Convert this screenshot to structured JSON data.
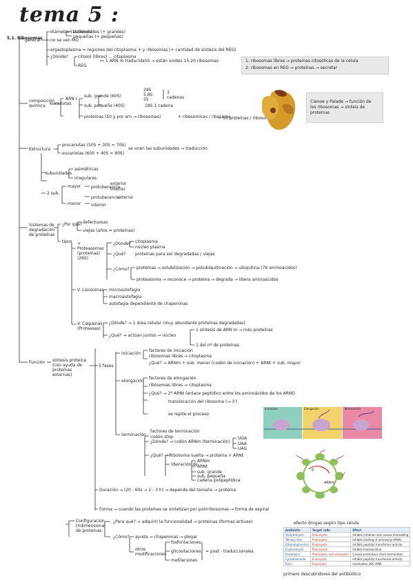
{
  "title": "tema 5 :",
  "section_number": "5.1. Ribosomas",
  "general": {
    "label": "general",
    "dimensions": "diámetro (15-30nm)",
    "subunits": [
      "subunidades (+ grandes)",
      "pequeñas (+ pequeñas)"
    ],
    "no_membrane": "no se ven MO",
    "ergastoplasma": "ergastoplasma = regiones del citoplasma + y ribosomas (+ cantidad de síntesis del REG)",
    "where": "¿Dónde?",
    "where_items": [
      "citosol (libres) ... citoplasma",
      "REG"
    ],
    "translation": "1 ARN m  traducidaSS  →  están unidos 15-20 ribosomas",
    "box_lines": [
      "1: ribosomas libres  → proteínas citosólicas de la célula",
      "2: ribosomas en REG  → proteínas → secretar"
    ]
  },
  "composition": {
    "label": "composición química",
    "eucariotas": "eucariotas",
    "arn": "ARN r",
    "sub_grande": "sub. grande (60S)",
    "grande_items": [
      "28S",
      "5,8S",
      "5S"
    ],
    "grande_count": "3 cadenas",
    "sub_pequena": "sub. pequeña (40S)",
    "pequena_item": "18S  1 cadena",
    "proteinas": "proteínas (50 y por arn → ribosomas)",
    "fraction": "+ ribosómicas / ribosoma",
    "fraction2": "= 50 proteínas / ribosoma",
    "box_text": [
      "Cianoe y Palade → función de",
      "los ribosomas → sínteis de",
      "proteínas"
    ]
  },
  "structure": {
    "label": "Estructura",
    "procariotas": "procariotas (50S + 30S = 70S)",
    "eucariotas": "eucariotas (60S + 40S = 80S)",
    "note": "se unen las subunidades → traducción",
    "subunits_label": "subunidades",
    "subunit_types": [
      "asimétricas",
      "irregulares"
    ],
    "two_sub": "2 sub.",
    "mayor": "mayor",
    "menor": "menor",
    "mayor_items": [
      "protuberancia",
      "exterior",
      "interior"
    ],
    "menor_items": [
      "protuberancia",
      "exterior",
      "interior"
    ]
  },
  "degradation": {
    "label": "Sistemas de degradación de proteínas",
    "why": "¿Por qué?",
    "why_items": [
      "defectuosas",
      "viejas (años = proteínas)"
    ],
    "tipos": "tipos",
    "proteasomas": "+ Proteasomas (proteínas) (26S)",
    "where": "¿Dónde?",
    "where_items": [
      "citoplasma",
      "núcleo plasma"
    ],
    "what": "¿Qué?",
    "what_text": "proteínas para ser degradadas / viejas",
    "how": "¿Cómo?",
    "how_line1": "proteínas → solubilización → poliubiquitinación → ubiquitina (76 aminoácidos)",
    "how_line2": "proteasoma → reconoce → proteína → degrada → libera aminoácidos",
    "lisosomas": "V. Lisosomas",
    "lis_items": [
      "microautofagia",
      "macroautofagia",
      "autofagia dependiente de chaperonas"
    ],
    "calpainas": "V. Calpaínas (Proteasas)",
    "cal_where": "¿Dónde? → 1 área celular (muy abundante proteínas degradadas)",
    "cal_what": "¿Qué? → actúan juntos → núcleo",
    "cal_results": [
      "1 síntesis de ARN m → más proteínas",
      "1 del nº de proteínas"
    ]
  },
  "function": {
    "label": "Función",
    "synthesis": "síntesis proteica (con ayuda de proteínas externas)",
    "phases": "3 fases",
    "iniciacion": "iniciación",
    "ini_items": [
      "factores de iniciación",
      "ribosomas libres → citoplasma"
    ],
    "ini_what": "¿Qué? → ARNm + sub. menor (codón de iniciación) + ARNt + sub. mayor",
    "elongacion": "elongación",
    "elo_items": [
      "factores de elongación",
      "ribosomas libres → citoplasma"
    ],
    "elo_what": "¿Qué? → 2º ARNt (enlace peptídico entre los aminoácidos de los ARNt)",
    "elo_trans": "translocación del ribosoma (→ 3')",
    "elo_repeat": "se repite el proceso",
    "terminacion": "terminación",
    "ter_items": [
      "factores de terminación",
      "codón stop"
    ],
    "ter_where": "¿Dónde? → codón ARNm (terminación)",
    "ter_codons": [
      "UGA",
      "UAA",
      "UAG"
    ],
    "ter_what": "¿Qué? → Ribosoma suelta → proteína + ARNt",
    "liberacion": "liberación de",
    "lib_items": [
      "ARNm",
      "ARNt",
      "sub. grande",
      "sub. pequeña",
      "cadena polipeptídica"
    ],
    "duracion": "Duración → (20 - 60s → 2 - 3 h) → depende del tamaño → proteína",
    "forma": "Forma → cuando las proteínas se sintetizan por polirribosomas → forma de espiral",
    "figure_labels": [
      "Iniciación",
      "Elongación",
      "Terminación"
    ],
    "poly_labels": [
      "5'",
      "ARNm"
    ]
  },
  "postranslation": {
    "label": "Configuración tridimensional de proteínas",
    "why": "¿Para qué? → adquirir la funcionalidad → proteínas (formas activas)",
    "how": "¿Cómo?",
    "ayuda": "ayuda → chaperonas → plegar",
    "otros": "otros modificaciones",
    "otros_items": [
      "fosforilaciones",
      "glicosilaciones",
      "metilaciones"
    ],
    "post": "= post - traduccionales"
  },
  "table": {
    "title": "efecto drogas según tipo célula",
    "headers": [
      "Antibiotic",
      "Target cells",
      "Effect"
    ],
    "rows": [
      [
        "Streptomycin",
        "Prokaryotic",
        "Inhibits initiation and causes misreading"
      ],
      [
        "Tetracycline",
        "Prokaryotic",
        "Inhibits binding of aminoacyl tRNAs"
      ],
      [
        "Chloramphenicol",
        "Prokaryotic",
        "Inhibits peptidyl transferase activity"
      ],
      [
        "Erythromycin",
        "Prokaryotic",
        "Inhibits translocation"
      ],
      [
        "Puromycin",
        "Prokaryotic and eukaryotic",
        "Causes premature chain termination"
      ],
      [
        "Cycloheximide",
        "Eukaryotic",
        "Inhibits peptidyl transferase activity"
      ],
      [
        "Ricin",
        "Eukaryotic",
        "Inactivates 28S rRNA"
      ]
    ],
    "footnote": "primero descubridores del antibiótico"
  },
  "colors": {
    "box_bg": "#e9e9e9",
    "ribosome_large": "#d49a2a",
    "ribosome_small": "#7a3a1a",
    "fig_panel1": "#8fcfc0",
    "fig_panel2": "#f2d36b",
    "fig_panel3": "#e889a6",
    "polysome_ring": "#8fbf5a"
  }
}
